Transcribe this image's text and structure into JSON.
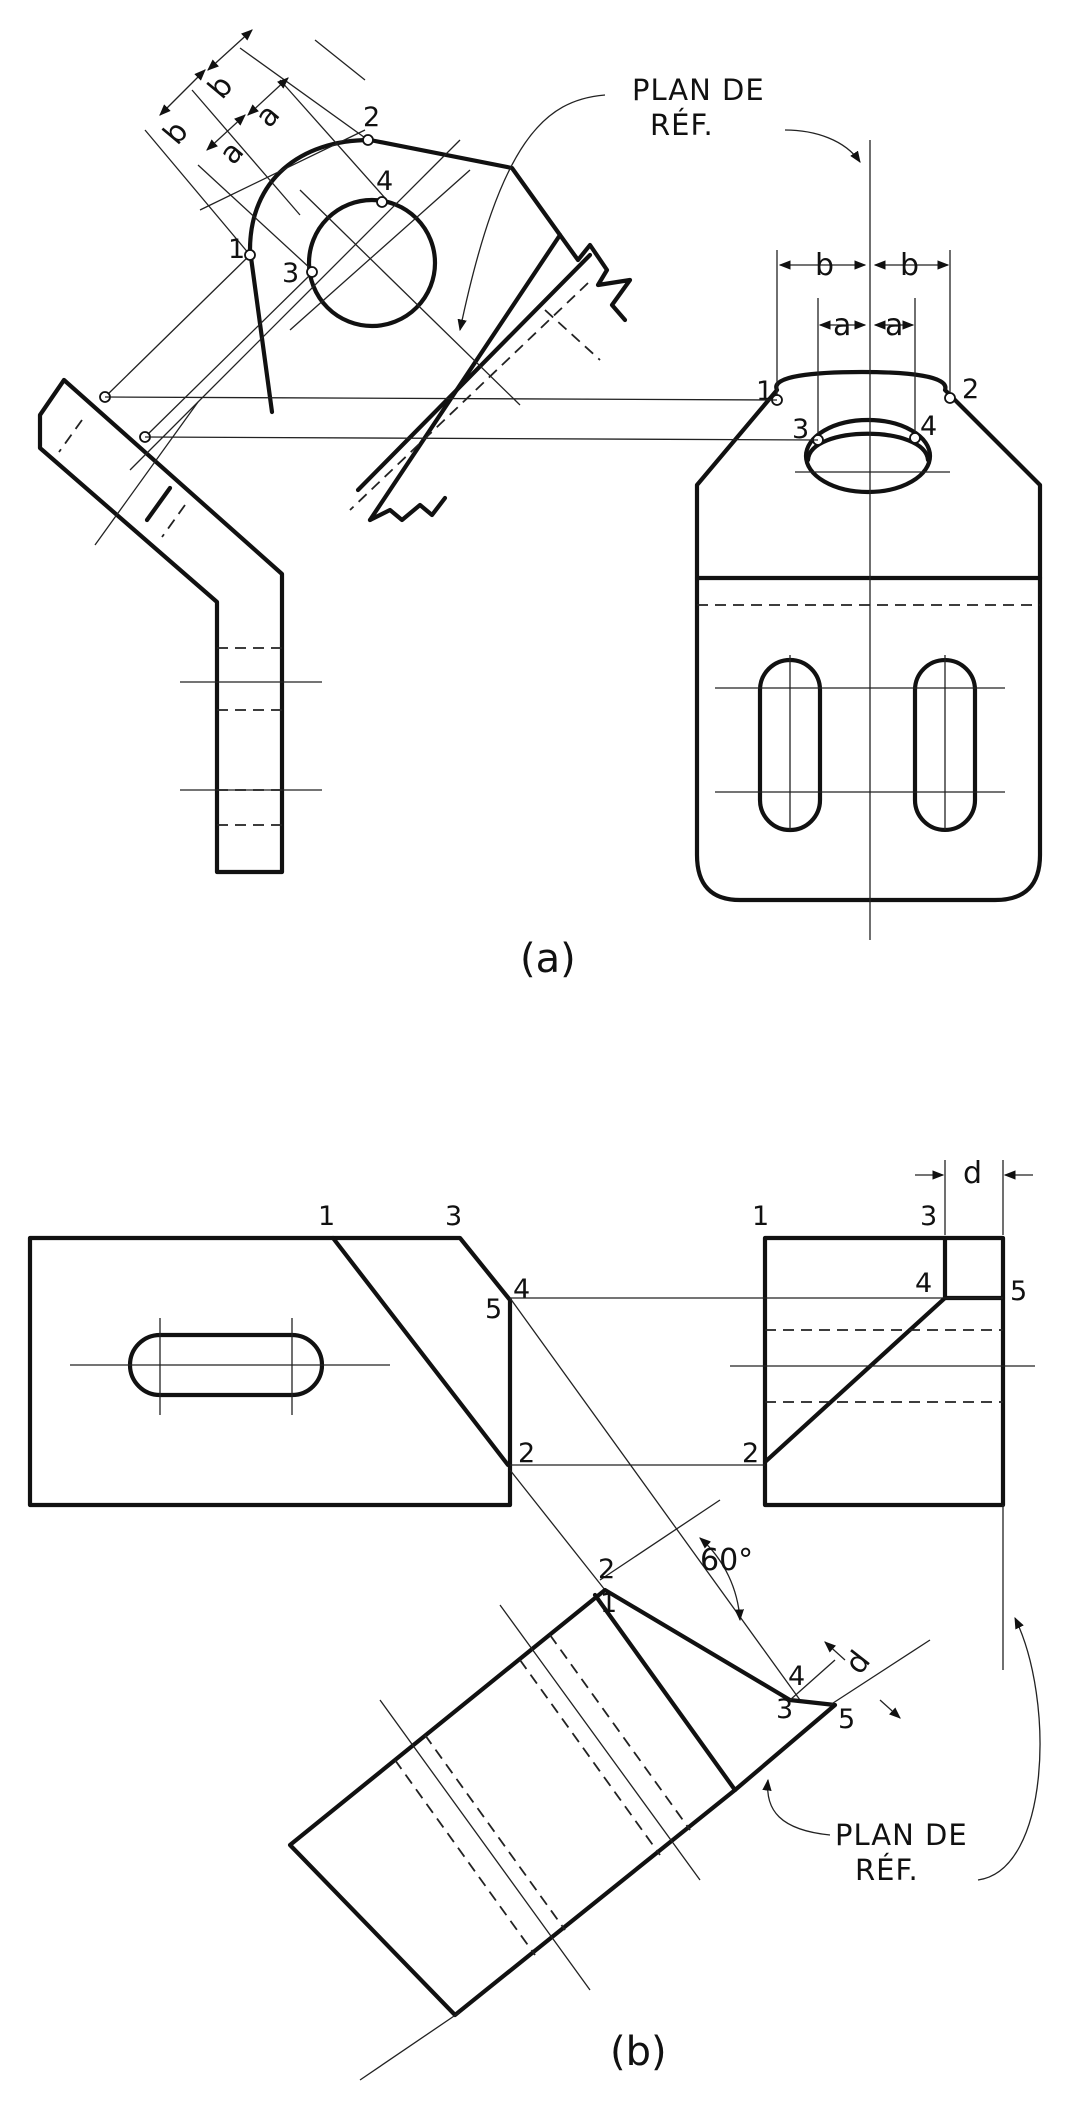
{
  "figure_a": {
    "caption": "(a)",
    "ref_plane_line1": "PLAN DE",
    "ref_plane_line2": "RÉF.",
    "dims": {
      "b": "b",
      "a": "a"
    },
    "points": [
      "1",
      "2",
      "3",
      "4"
    ]
  },
  "figure_b": {
    "caption": "(b)",
    "ref_plane_line1": "PLAN DE",
    "ref_plane_line2": "RÉF.",
    "dim_d": "d",
    "angle": "60°",
    "points": [
      "1",
      "2",
      "3",
      "4",
      "5"
    ]
  }
}
